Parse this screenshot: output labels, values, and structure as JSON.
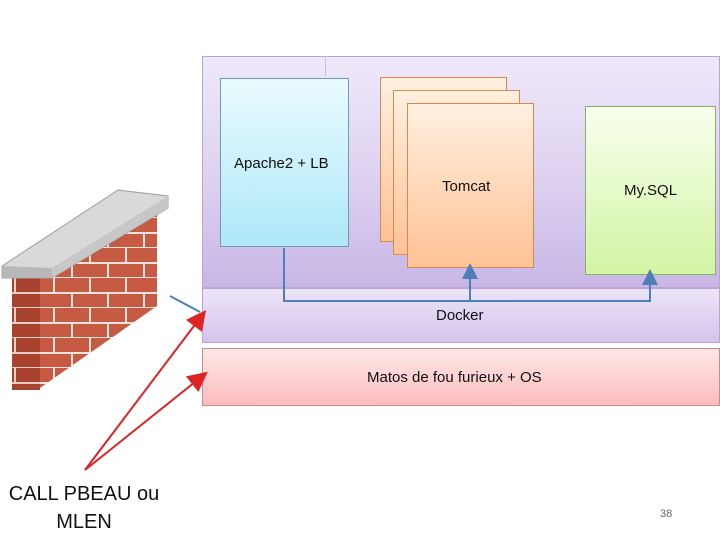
{
  "components": {
    "apache": "Apache2 + LB",
    "tomcat": "Tomcat",
    "mysql": "My.SQL",
    "docker": "Docker",
    "hardware": "Matos de fou furieux + OS"
  },
  "caption": {
    "line1": "CALL PBEAU ou",
    "line2": "MLEN"
  },
  "page_number": "38",
  "colors": {
    "arrow_red": "#e02222",
    "connector_blue": "#4f7fb8",
    "brick": "#c0503c"
  },
  "icons": [
    "firewall-brick-wall-icon"
  ]
}
